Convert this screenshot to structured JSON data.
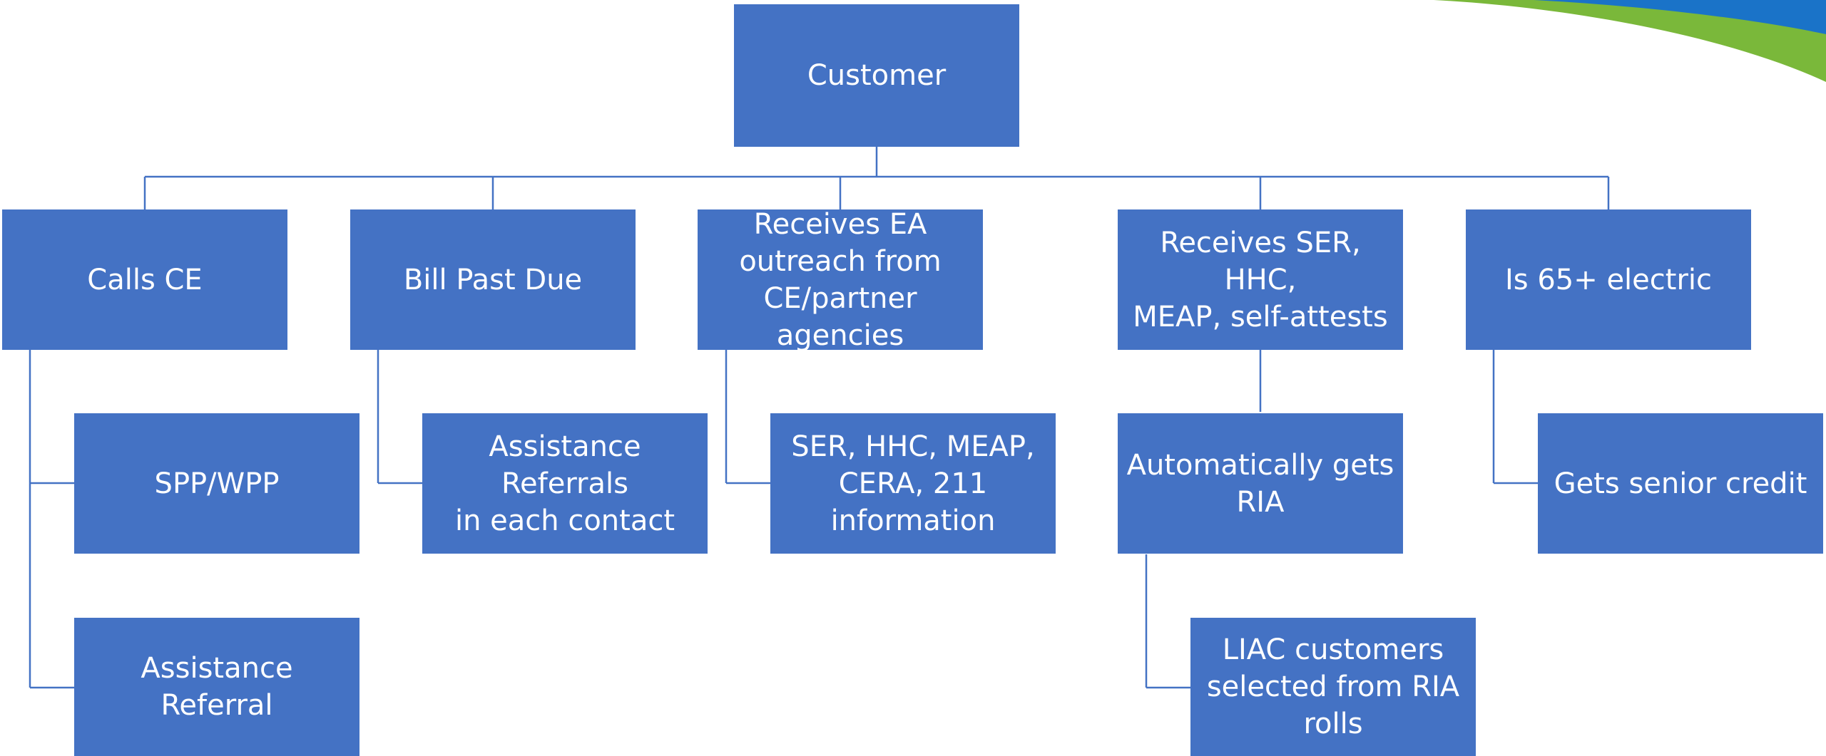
{
  "diagram": {
    "root": {
      "label": "Customer"
    },
    "branches": [
      {
        "label": "Calls CE",
        "children": [
          "SPP/WPP",
          "Assistance Referral"
        ]
      },
      {
        "label": "Bill Past Due",
        "children": [
          "Assistance Referrals\nin each contact"
        ]
      },
      {
        "label": "Receives EA\noutreach from\nCE/partner agencies",
        "children": [
          "SER, HHC, MEAP,\nCERA, 211\ninformation"
        ]
      },
      {
        "label": "Receives SER, HHC,\nMEAP, self-attests",
        "children": [
          "Automatically gets\nRIA",
          "LIAC customers\nselected from RIA\nrolls"
        ]
      },
      {
        "label": "Is 65+ electric",
        "children": [
          "Gets senior credit"
        ]
      }
    ]
  },
  "colors": {
    "node_fill": "#4472c4",
    "node_text": "#ffffff",
    "connector": "#4472c4",
    "swoosh_green": "#7ab83a",
    "swoosh_blue": "#1a73c8"
  }
}
